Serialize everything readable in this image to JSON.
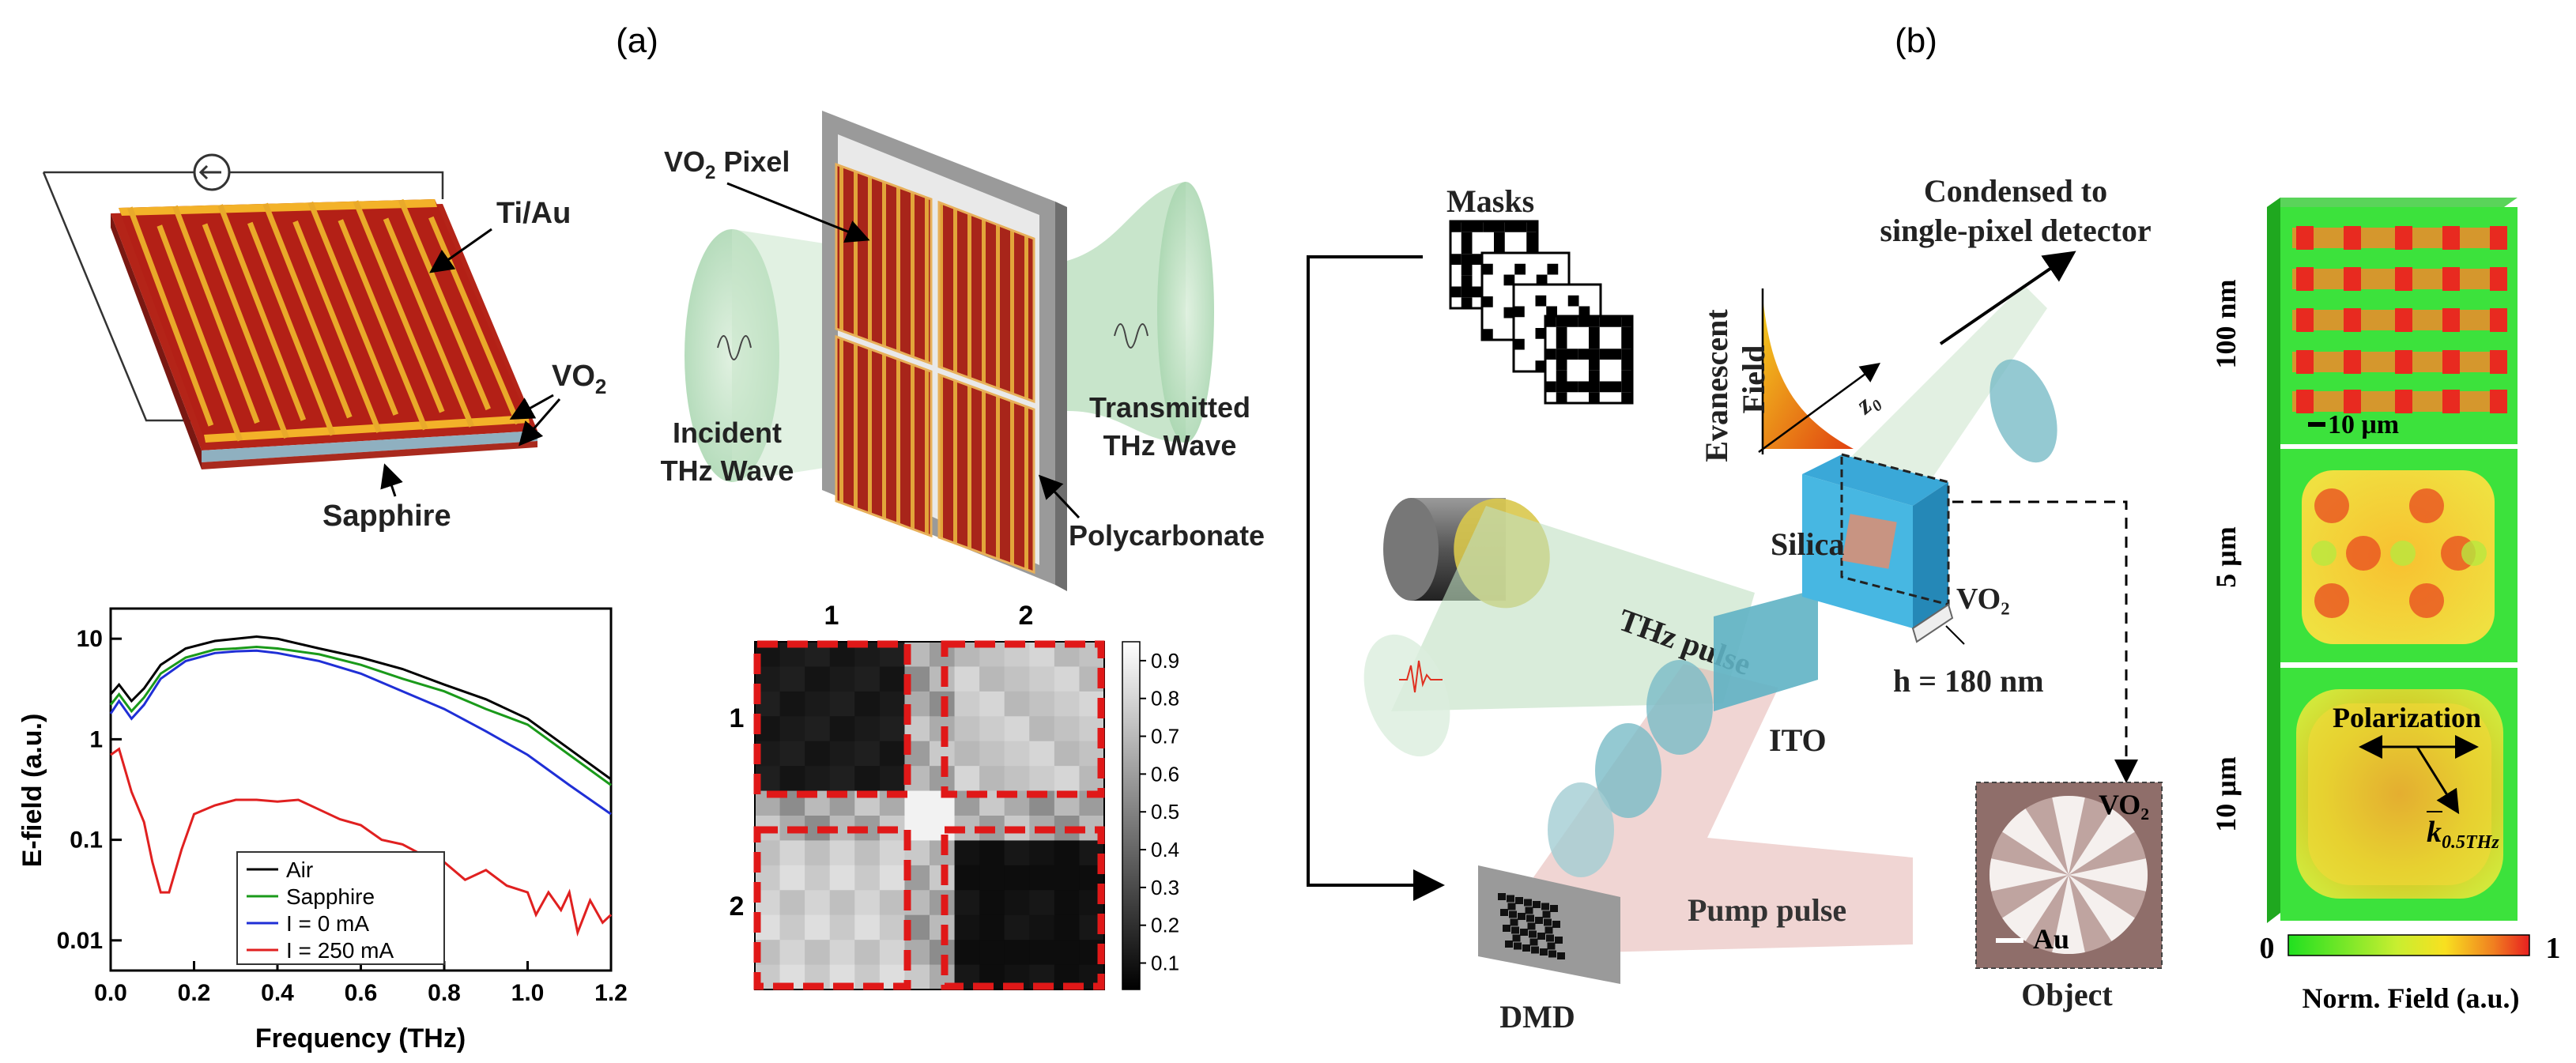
{
  "panel_labels": {
    "a": "(a)",
    "b": "(b)"
  },
  "device": {
    "electrode": "Ti/Au",
    "film": "VO",
    "film_sub": "2",
    "substrate": "Sapphire"
  },
  "metasurface": {
    "pixel_label_main": "VO",
    "pixel_label_sub": "2",
    "pixel_label_rest": " Pixel",
    "incident_line1": "Incident",
    "incident_line2": "THz Wave",
    "transmitted_line1": "Transmitted",
    "transmitted_line2": "THz Wave",
    "frame": "Polycarbonate"
  },
  "spectrum": {
    "xlabel": "Frequency (THz)",
    "ylabel": "E-field (a.u.)",
    "xticks": [
      "0.0",
      "0.2",
      "0.4",
      "0.6",
      "0.8",
      "1.0",
      "1.2"
    ],
    "yticks": [
      "0.01",
      "0.1",
      "1",
      "10"
    ],
    "legend": [
      "Air",
      "Sapphire",
      "I = 0 mA",
      "I = 250 mA"
    ]
  },
  "pixel_map": {
    "col_labels": [
      "1",
      "2"
    ],
    "row_labels": [
      "1",
      "2"
    ],
    "colorbar_ticks": [
      "0.9",
      "0.8",
      "0.7",
      "0.6",
      "0.5",
      "0.4",
      "0.3",
      "0.2",
      "0.1"
    ]
  },
  "setup": {
    "masks": "Masks",
    "condensed_line1": "Condensed to",
    "condensed_line2": "single-pixel detector",
    "evanescent_line1": "Evanescent",
    "evanescent_line2": "Field",
    "z0": "z₀",
    "silica": "Silica",
    "vo2": "VO₂",
    "thickness": "h = 180 nm",
    "thz_pulse": "THz pulse",
    "ito": "ITO",
    "pump_pulse": "Pump pulse",
    "dmd": "DMD",
    "object_vo2": "VO₂",
    "object_au": "Au",
    "object": "Object"
  },
  "field_maps": {
    "labels": [
      "100 nm",
      "5 μm",
      "10 μm"
    ],
    "scale_bar": "10 μm",
    "polarization": "Polarization",
    "k_label": "k",
    "k_sub": "0.5THz",
    "colorbar_min": "0",
    "colorbar_max": "1",
    "colorbar_label": "Norm. Field (a.u.)"
  },
  "colors": {
    "air": "#000000",
    "sapphire": "#1a9a1a",
    "i0": "#1f2fd6",
    "i250": "#e02020",
    "dashed_box": "#e01818",
    "vo2_red": "#b01818",
    "gold": "#e8a81c",
    "field_green": "#3ce23c"
  }
}
